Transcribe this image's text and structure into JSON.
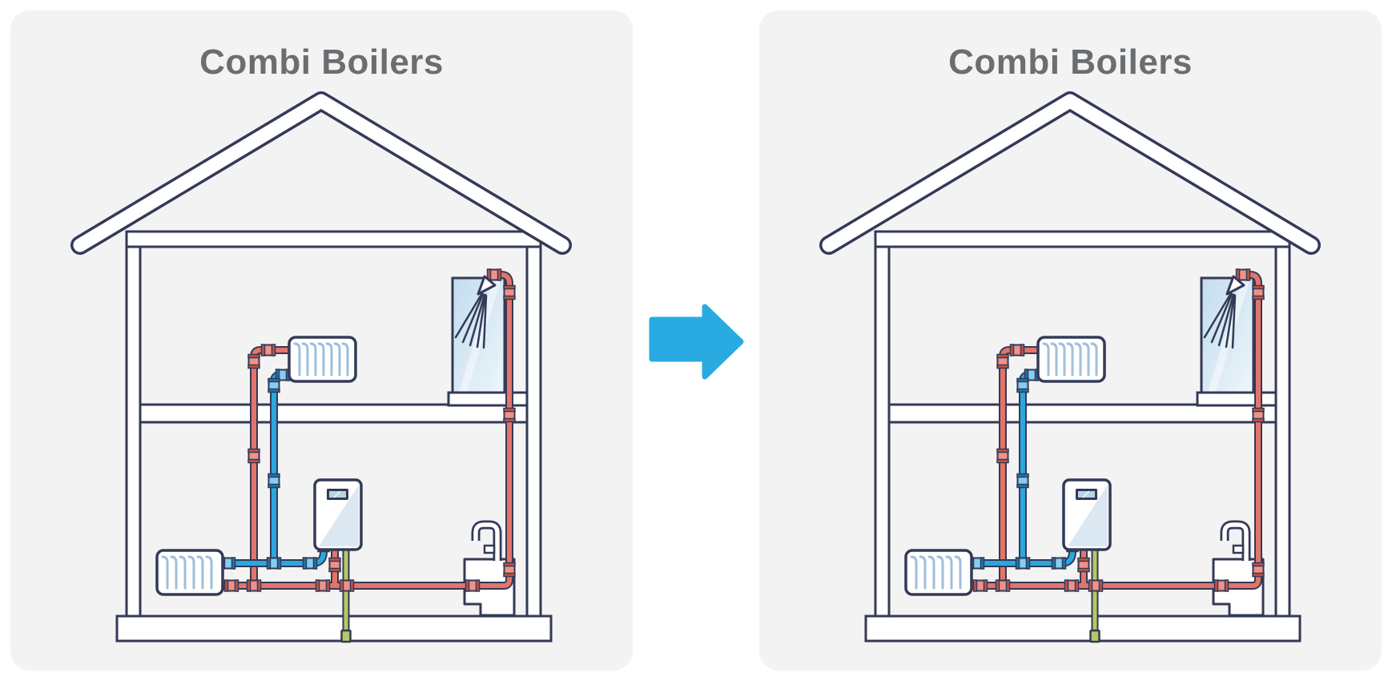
{
  "page": {
    "background": "#ffffff"
  },
  "panels": [
    {
      "id": "left",
      "title": "Combi Boilers"
    },
    {
      "id": "right",
      "title": "Combi Boilers"
    }
  ],
  "transition_arrow": {
    "icon": "arrow-right-icon",
    "direction": "right",
    "color": "#29abe2"
  },
  "diagram": {
    "name": "combi-boiler-house-cutaway",
    "components": [
      "roof",
      "exterior-walls",
      "ceiling-band",
      "mid-floor",
      "foundation-slab",
      "upper-radiator",
      "lower-radiator",
      "combi-boiler-unit",
      "boiler-display",
      "shower-glass",
      "shower-head",
      "sink",
      "faucet",
      "hot-water-pipes",
      "cold-water-pipes",
      "gas-pipe"
    ],
    "colors": {
      "outline": "#333a56",
      "hot_pipe": "#e4746a",
      "hot_pipe_fitting": "#ef9287",
      "hot_pipe_ring": "#c0544b",
      "cold_pipe": "#2ba7e0",
      "cold_pipe_fitting": "#86cdf0",
      "cold_pipe_ring": "#1d76a8",
      "gas_pipe": "#b5c963",
      "radiator_fins": "#9fbfdb",
      "panel_background": "#f3f3f4",
      "title_text": "#6b6e71",
      "arrow": "#29abe2"
    }
  }
}
